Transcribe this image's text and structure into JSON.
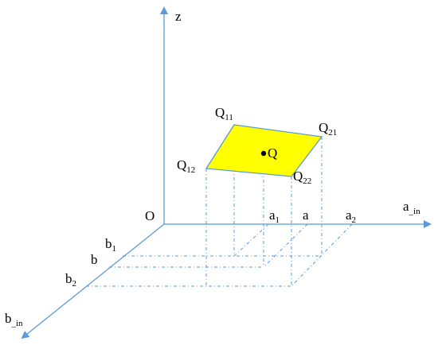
{
  "axes": {
    "z": "z",
    "origin": "O",
    "a_axis": {
      "base": "a",
      "sub": "_in"
    },
    "b_axis": {
      "base": "b",
      "sub": "_in"
    }
  },
  "ticks": {
    "a1": {
      "base": "a",
      "sub": "1"
    },
    "a": "a",
    "a2": {
      "base": "a",
      "sub": "2"
    },
    "b1": {
      "base": "b",
      "sub": "1"
    },
    "b": "b",
    "b2": {
      "base": "b",
      "sub": "2"
    }
  },
  "points": {
    "Q11": {
      "base": "Q",
      "sub": "11"
    },
    "Q21": {
      "base": "Q",
      "sub": "21"
    },
    "Q12": {
      "base": "Q",
      "sub": "12"
    },
    "Q22": {
      "base": "Q",
      "sub": "22"
    },
    "Q": "Q"
  },
  "colors": {
    "axis": "#5b9bd5",
    "patch_fill": "#ffff00",
    "text": "#000000"
  }
}
